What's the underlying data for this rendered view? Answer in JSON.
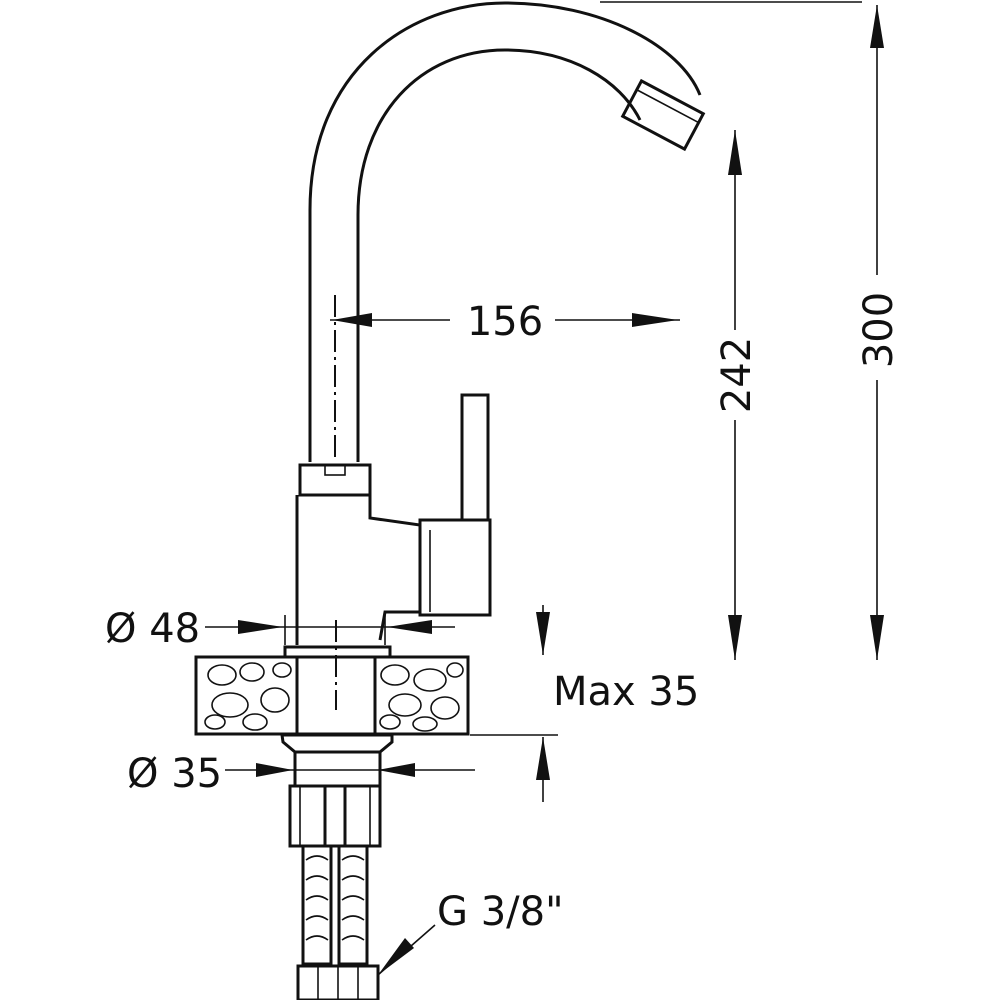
{
  "dimensions": {
    "spout_reach": "156",
    "spout_height": "242",
    "total_height": "300",
    "base_diameter": "Ø 48",
    "max_counter_thickness": "Max 35",
    "hole_diameter": "Ø 35",
    "connection_thread": "G 3/8\""
  }
}
